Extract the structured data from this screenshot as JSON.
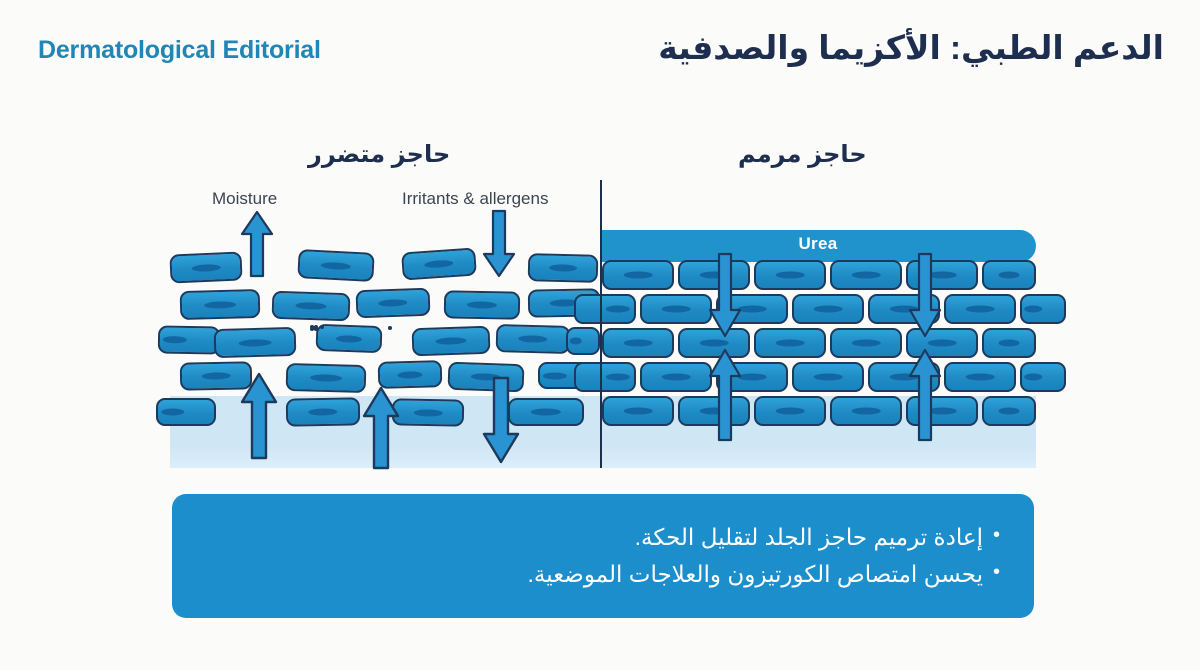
{
  "header": {
    "brand": "Dermatological Editorial",
    "title": "الدعم الطبي: الأكزيما والصدفية"
  },
  "diagram": {
    "panel_damaged": {
      "caption": "حاجز متضرر",
      "labels": [
        {
          "id": "moisture",
          "text": "Moisture"
        },
        {
          "id": "irritants",
          "text": "Irritants & allergens"
        }
      ]
    },
    "panel_repaired": {
      "caption": "حاجز مرمم",
      "band_label": "Urea"
    }
  },
  "callout": {
    "bullet_marker": "•",
    "bullets": [
      "إعادة ترميم حاجز الجلد لتقليل الحكة.",
      "يحسن امتصاص الكورتيزون والعلاجات الموضعية."
    ]
  },
  "colors": {
    "background": "#fbfbfa",
    "brand_blue": "#2185b5",
    "title_navy": "#1d2e4e",
    "brick_fill": "#1f8ac4",
    "brick_outline": "#1d3a5c",
    "nucleus": "#1267a3",
    "dermis": "#cfe7f4",
    "callout_blue": "#1b8ecb",
    "arrow_blue": "#2a93d1",
    "urea_band": "#2093cd"
  }
}
